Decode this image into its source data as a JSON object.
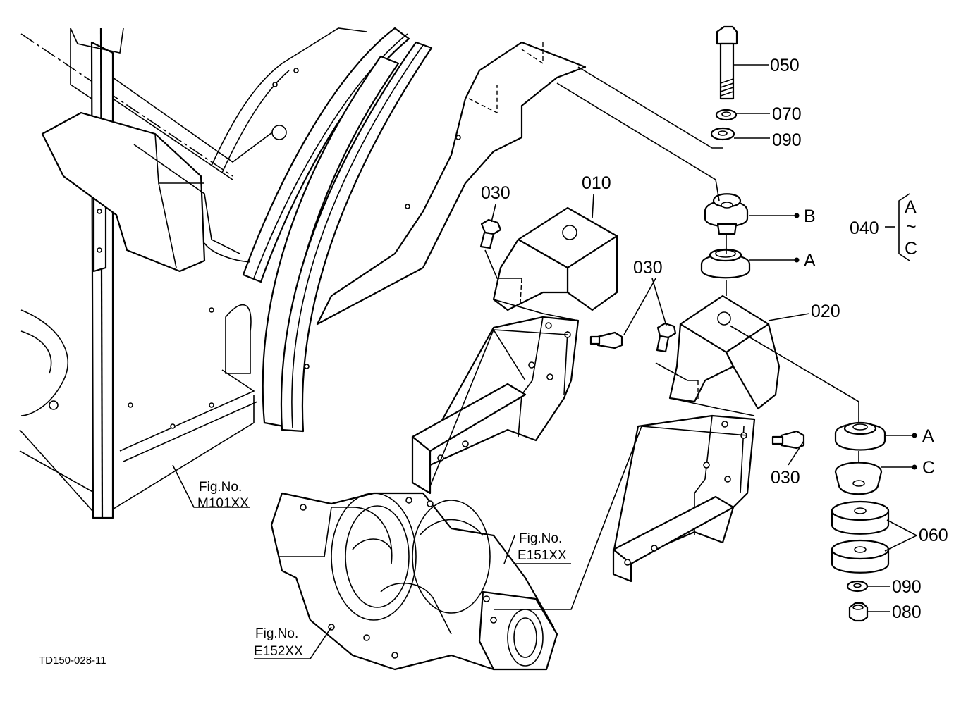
{
  "part_numbers": {
    "p010": "010",
    "p020": "020",
    "p030_upper_left": "030",
    "p030_upper_mid": "030",
    "p030_lower_right": "030",
    "p040": "040",
    "p050": "050",
    "p060": "060",
    "p070": "070",
    "p080": "080",
    "p090_upper": "090",
    "p090_lower": "090"
  },
  "set_markers": {
    "b_top": "B",
    "a_top": "A",
    "a_lower": "A",
    "c_lower": "C",
    "set_a": "A",
    "set_tilde": "~",
    "set_c": "C"
  },
  "figure_refs": {
    "m101_label": "Fig.No.",
    "m101_code": "M101XX",
    "e151_label": "Fig.No.",
    "e151_code": "E151XX",
    "e152_label": "Fig.No.",
    "e152_code": "E152XX"
  },
  "drawing_code": "TD150-028-11"
}
